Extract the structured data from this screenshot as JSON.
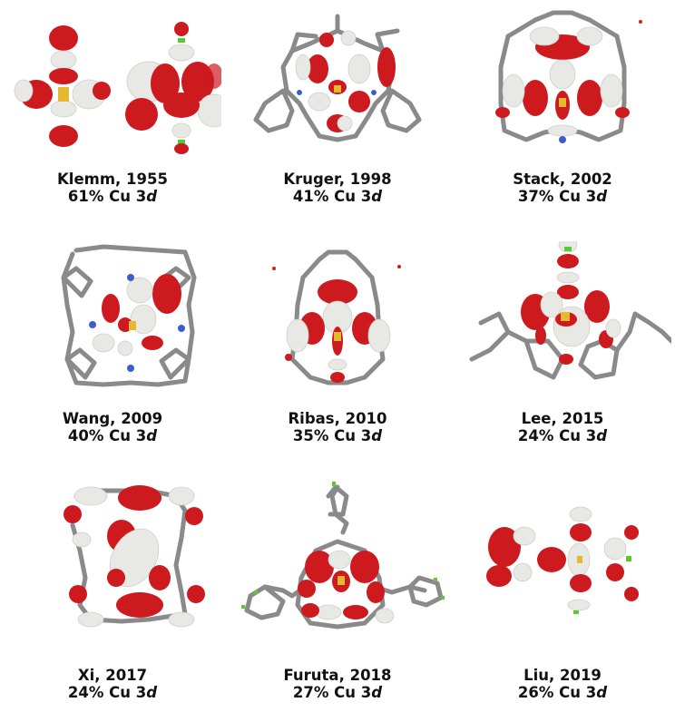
{
  "panels": [
    {
      "author_year": "Klemm, 1955",
      "percent": "61%",
      "suffix": "Cu 3",
      "orbital": "d"
    },
    {
      "author_year": "Kruger, 1998",
      "percent": "41%",
      "suffix": "Cu 3",
      "orbital": "d"
    },
    {
      "author_year": "Stack, 2002",
      "percent": "37%",
      "suffix": "Cu 3",
      "orbital": "d"
    },
    {
      "author_year": "Wang, 2009",
      "percent": "40%",
      "suffix": "Cu 3",
      "orbital": "d"
    },
    {
      "author_year": "Ribas, 2010",
      "percent": "35%",
      "suffix": "Cu 3",
      "orbital": "d"
    },
    {
      "author_year": "Lee, 2015",
      "percent": "24%",
      "suffix": "Cu 3",
      "orbital": "d"
    },
    {
      "author_year": "Xi, 2017",
      "percent": "24%",
      "suffix": "Cu 3",
      "orbital": "d"
    },
    {
      "author_year": "Furuta, 2018",
      "percent": "27%",
      "suffix": "Cu 3",
      "orbital": "d"
    },
    {
      "author_year": "Liu, 2019",
      "percent": "26%",
      "suffix": " Cu 3",
      "orbital": "d"
    }
  ],
  "colors": {
    "lobe_positive": "#cc1a1f",
    "lobe_negative": "#e8e8e4",
    "bond": "#8a8a8a",
    "nitrogen": "#3a5fcd",
    "halogen": "#55cc33",
    "sulfur": "#e6b830",
    "phosphorus": "#e0b890"
  }
}
